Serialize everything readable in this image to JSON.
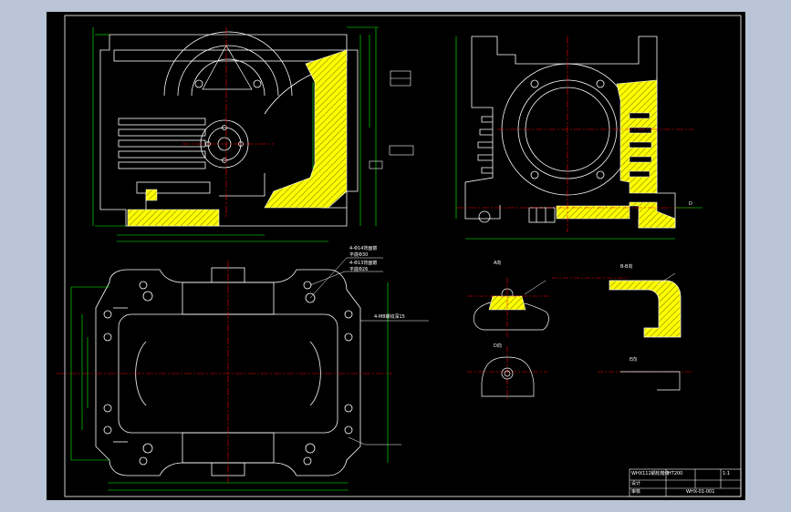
{
  "drawing": {
    "view_labels": {
      "view_a": "A向",
      "view_bb": "B-B向",
      "view_d": "D向",
      "view_e": "E向",
      "section_marker_d": "D"
    },
    "callouts": {
      "holes_14": "4-Φ14背面锪",
      "holes_14_sub": "平底Φ30",
      "holes_13": "4-Φ13背面锪",
      "holes_13_sub": "平底Φ26",
      "tap_hole": "4-M8螺纹深15"
    },
    "title_block": {
      "drawing_name": "WHX112蜗轮箱体",
      "material": "HT200",
      "scale": "1:1",
      "designer_label": "设计",
      "check_label": "审核",
      "drawing_no": "WHX-01-001"
    },
    "colors": {
      "background": "#000000",
      "outline": "#ffffff",
      "dimension": "#00ff00",
      "hatch": "#ffff00",
      "centerline": "#ff0000",
      "annotation": "#ffff00",
      "panel": "#b9c5d6"
    }
  }
}
